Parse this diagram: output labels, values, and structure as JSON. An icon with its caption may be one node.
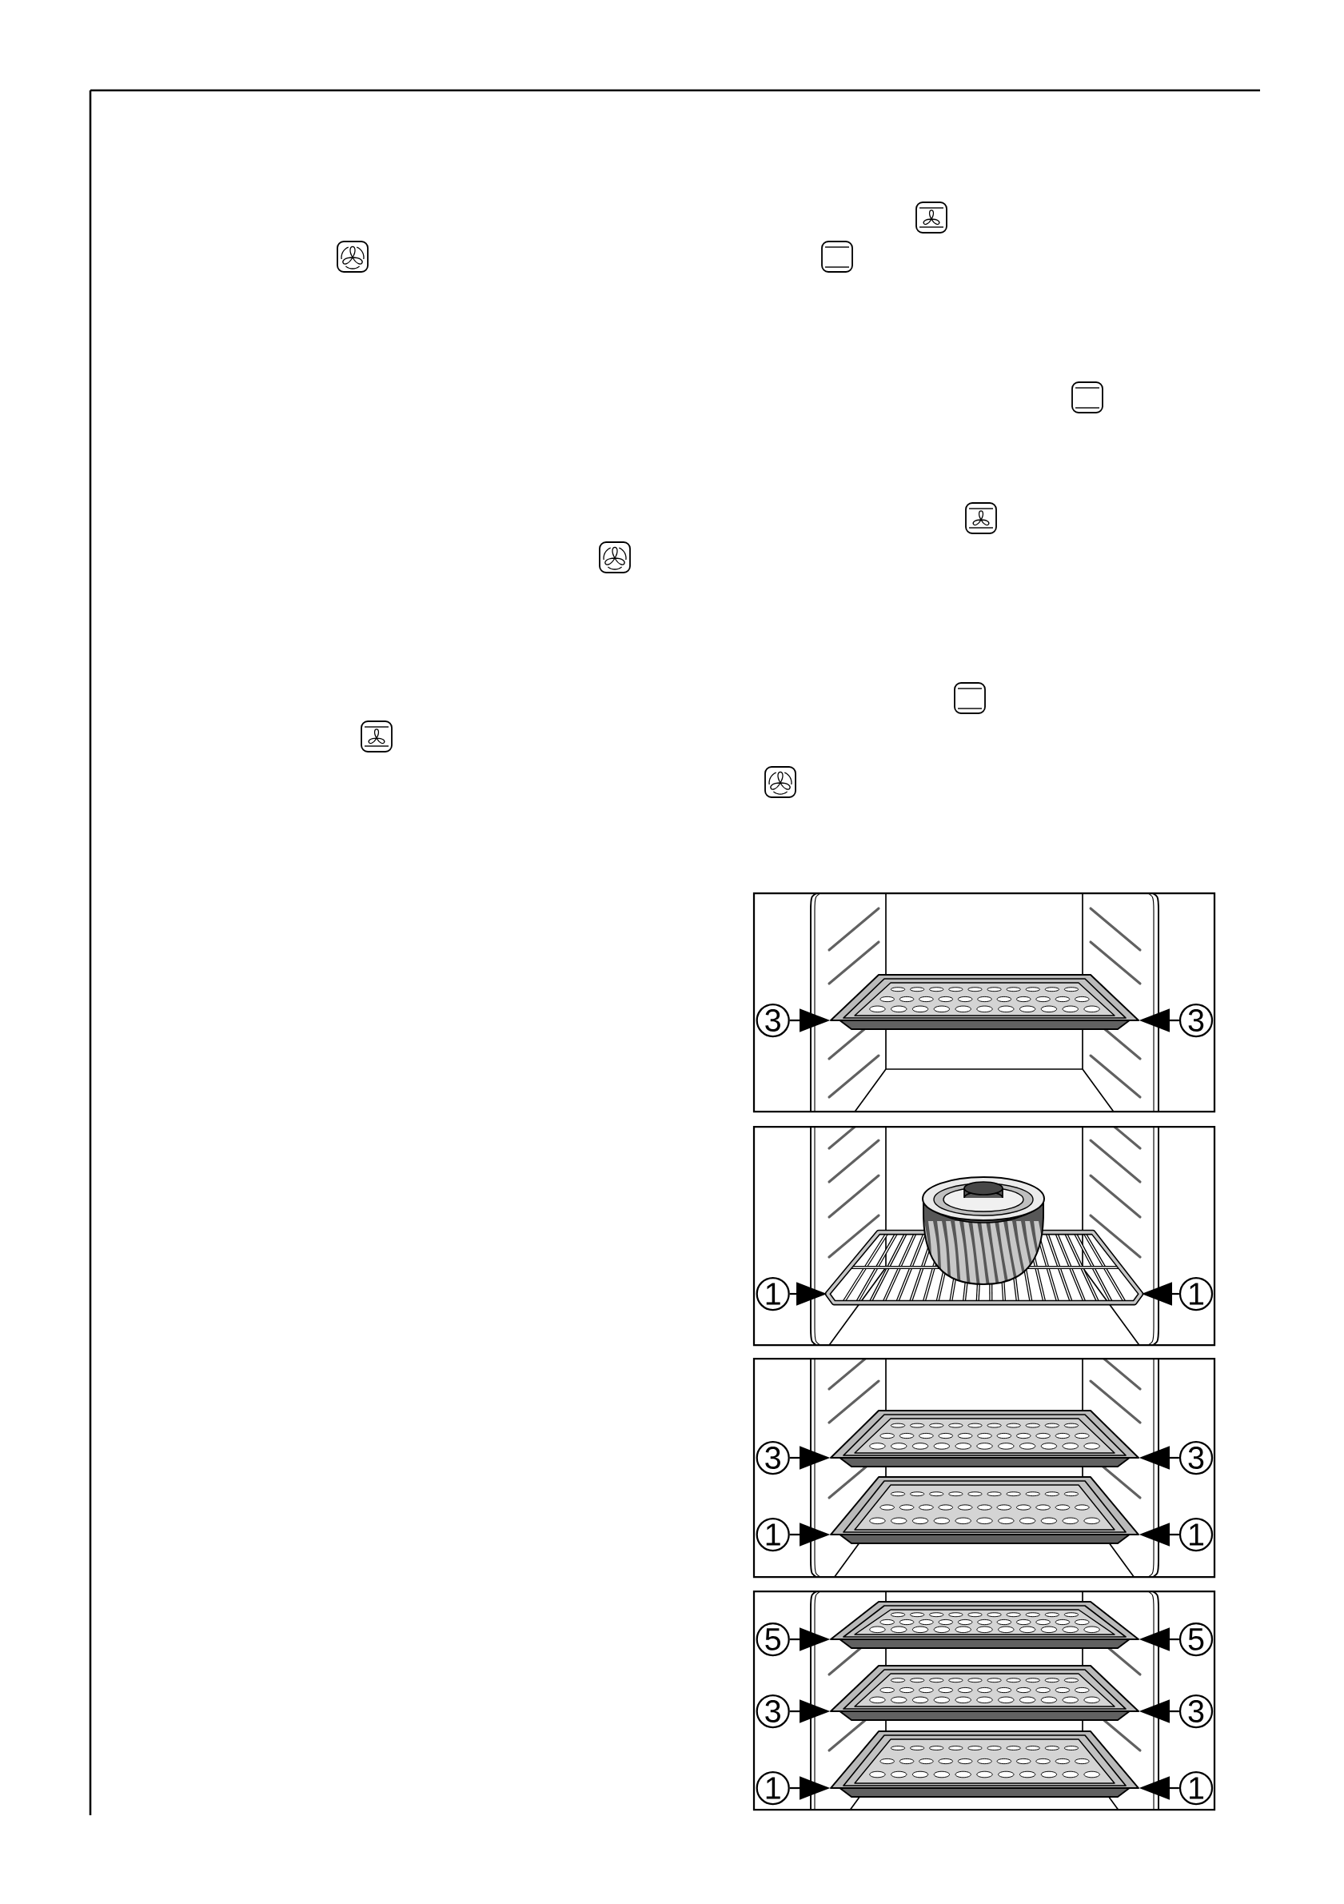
{
  "diagram": {
    "nodes": [
      {
        "text": [
          "3"
        ]
      },
      {
        "text": [],
        "shape": "picture"
      },
      {
        "text": [
          "3"
        ]
      },
      {
        "text": [
          "1"
        ]
      },
      {
        "text": [],
        "shape": "picture"
      },
      {
        "text": [
          "1"
        ]
      },
      {
        "text": [
          "3"
        ]
      },
      {
        "text": [],
        "shape": "picture"
      },
      {
        "text": [
          "3"
        ]
      },
      {
        "text": [
          "1"
        ]
      },
      {
        "text": [],
        "shape": "picture"
      },
      {
        "text": [
          "1"
        ]
      },
      {
        "text": [
          "5"
        ]
      },
      {
        "text": [],
        "shape": "picture"
      },
      {
        "text": [
          "5"
        ]
      },
      {
        "text": [
          "3"
        ]
      },
      {
        "text": [],
        "shape": "picture"
      },
      {
        "text": [
          "3"
        ]
      },
      {
        "text": [
          "1"
        ]
      },
      {
        "text": [],
        "shape": "picture"
      },
      {
        "text": [
          "1"
        ]
      }
    ],
    "edges": [
      {
        "from": 0,
        "to": 1,
        "arrow": "to"
      },
      {
        "from": 2,
        "to": 1,
        "arrow": "to"
      },
      {
        "from": 3,
        "to": 4,
        "arrow": "to"
      },
      {
        "from": 5,
        "to": 4,
        "arrow": "to"
      },
      {
        "from": 6,
        "to": 7,
        "arrow": "to"
      },
      {
        "from": 8,
        "to": 7,
        "arrow": "to"
      },
      {
        "from": 9,
        "to": 10,
        "arrow": "to"
      },
      {
        "from": 11,
        "to": 10,
        "arrow": "to"
      },
      {
        "from": 12,
        "to": 13,
        "arrow": "to"
      },
      {
        "from": 14,
        "to": 13,
        "arrow": "to"
      },
      {
        "from": 15,
        "to": 16,
        "arrow": "to"
      },
      {
        "from": 17,
        "to": 16,
        "arrow": "to"
      },
      {
        "from": 18,
        "to": 19,
        "arrow": "to"
      },
      {
        "from": 20,
        "to": 19,
        "arrow": "to"
      }
    ]
  }
}
